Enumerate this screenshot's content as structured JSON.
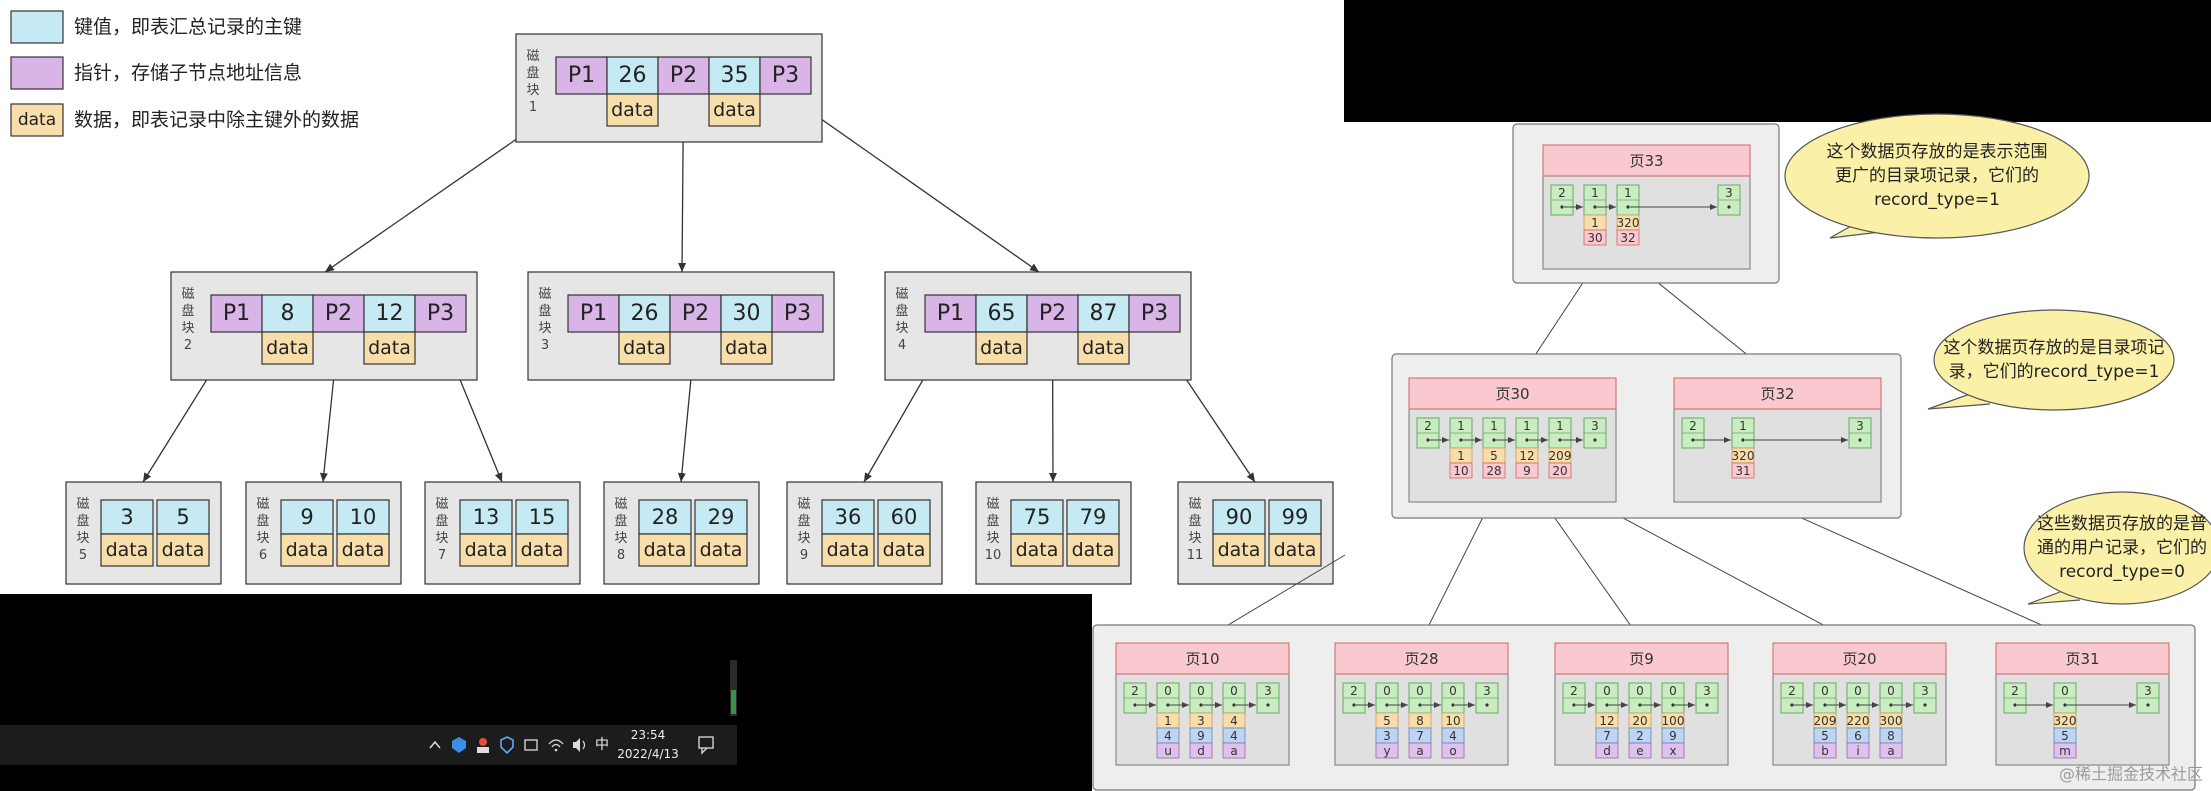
{
  "legend": [
    {
      "kind": "key",
      "text": "键值，即表汇总记录的主键"
    },
    {
      "kind": "ptr",
      "text": "指针，存储子节点地址信息"
    },
    {
      "kind": "data",
      "text": "数据，即表记录中除主键外的数据"
    }
  ],
  "legend_data_label": "data",
  "btree": {
    "root": {
      "label": [
        "磁",
        "盘",
        "块"
      ],
      "num": "1",
      "cells": [
        "P1",
        "26",
        "P2",
        "35",
        "P3"
      ]
    },
    "level2": [
      {
        "label": [
          "磁",
          "盘",
          "块"
        ],
        "num": "2",
        "cells": [
          "P1",
          "8",
          "P2",
          "12",
          "P3"
        ]
      },
      {
        "label": [
          "磁",
          "盘",
          "块"
        ],
        "num": "3",
        "cells": [
          "P1",
          "26",
          "P2",
          "30",
          "P3"
        ]
      },
      {
        "label": [
          "磁",
          "盘",
          "块"
        ],
        "num": "4",
        "cells": [
          "P1",
          "65",
          "P2",
          "87",
          "P3"
        ]
      }
    ],
    "leaves": [
      {
        "label": [
          "磁",
          "盘",
          "块"
        ],
        "num": "5",
        "keys": [
          "3",
          "5"
        ]
      },
      {
        "label": [
          "磁",
          "盘",
          "块"
        ],
        "num": "6",
        "keys": [
          "9",
          "10"
        ]
      },
      {
        "label": [
          "磁",
          "盘",
          "块"
        ],
        "num": "7",
        "keys": [
          "13",
          "15"
        ]
      },
      {
        "label": [
          "磁",
          "盘",
          "块"
        ],
        "num": "8",
        "keys": [
          "28",
          "29"
        ]
      },
      {
        "label": [
          "磁",
          "盘",
          "块"
        ],
        "num": "9",
        "keys": [
          "36",
          "60"
        ]
      },
      {
        "label": [
          "磁",
          "盘",
          "块"
        ],
        "num": "10",
        "keys": [
          "75",
          "79"
        ]
      },
      {
        "label": [
          "磁",
          "盘",
          "块"
        ],
        "num": "11",
        "keys": [
          "90",
          "99"
        ]
      }
    ],
    "data_label": "data"
  },
  "innodb": {
    "pages": {
      "p33": {
        "title": "页33",
        "records": [
          "2",
          "1",
          "1",
          "3"
        ],
        "subs": [
          null,
          [
            "1",
            "30"
          ],
          [
            "320",
            "32"
          ],
          null
        ]
      },
      "p30": {
        "title": "页30",
        "records": [
          "2",
          "1",
          "1",
          "1",
          "1",
          "3"
        ],
        "subs": [
          null,
          [
            "1",
            "10"
          ],
          [
            "5",
            "28"
          ],
          [
            "12",
            "9"
          ],
          [
            "209",
            "20"
          ],
          null
        ]
      },
      "p32": {
        "title": "页32",
        "records": [
          "2",
          "1",
          "3"
        ],
        "subs": [
          null,
          [
            "320",
            "31"
          ],
          null
        ]
      },
      "p10": {
        "title": "页10",
        "records": [
          "2",
          "0",
          "0",
          "0",
          "3"
        ],
        "subs": [
          null,
          [
            "1",
            "4",
            "u"
          ],
          [
            "3",
            "9",
            "d"
          ],
          [
            "4",
            "4",
            "a"
          ],
          null
        ]
      },
      "p28": {
        "title": "页28",
        "records": [
          "2",
          "0",
          "0",
          "0",
          "3"
        ],
        "subs": [
          null,
          [
            "5",
            "3",
            "y"
          ],
          [
            "8",
            "7",
            "a"
          ],
          [
            "10",
            "4",
            "o"
          ],
          null
        ]
      },
      "p9": {
        "title": "页9",
        "records": [
          "2",
          "0",
          "0",
          "0",
          "3"
        ],
        "subs": [
          null,
          [
            "12",
            "7",
            "d"
          ],
          [
            "20",
            "2",
            "e"
          ],
          [
            "100",
            "9",
            "x"
          ],
          null
        ]
      },
      "p20": {
        "title": "页20",
        "records": [
          "2",
          "0",
          "0",
          "0",
          "3"
        ],
        "subs": [
          null,
          [
            "209",
            "5",
            "b"
          ],
          [
            "220",
            "6",
            "i"
          ],
          [
            "300",
            "8",
            "a"
          ],
          null
        ]
      },
      "p31": {
        "title": "页31",
        "records": [
          "2",
          "0",
          "3"
        ],
        "subs": [
          null,
          [
            "320",
            "5",
            "m"
          ],
          null
        ]
      }
    },
    "callouts": [
      {
        "lines": [
          "这个数据页存放的是表示范围",
          "更广的目录项记录，它们的",
          "record_type=1"
        ]
      },
      {
        "lines": [
          "这个数据页存放的是目录项记",
          "录，它们的record_type=1"
        ]
      },
      {
        "lines": [
          "这些数据页存放的是普",
          "通的用户记录，它们的",
          "record_type=0"
        ]
      }
    ]
  },
  "taskbar": {
    "time": "23:54",
    "date": "2022/4/13",
    "ime": "中",
    "icons": [
      "chevron-up-icon",
      "shield-icon",
      "person-icon",
      "security-icon",
      "folder-icon",
      "wifi-icon",
      "speaker-icon"
    ]
  },
  "watermark": "@稀土掘金技术社区"
}
